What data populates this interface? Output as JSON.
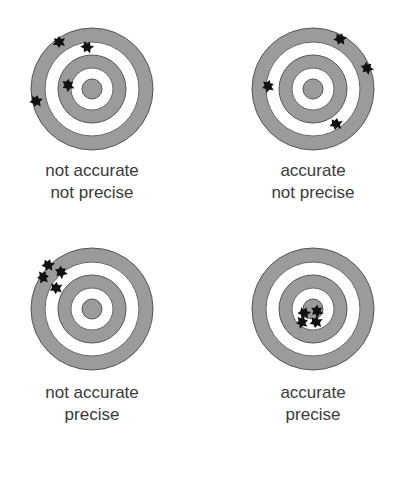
{
  "diagram": {
    "labels": [
      "not accurate not precise",
      "accurate not precise",
      "not accurate precise",
      "accurate precise"
    ]
  }
}
